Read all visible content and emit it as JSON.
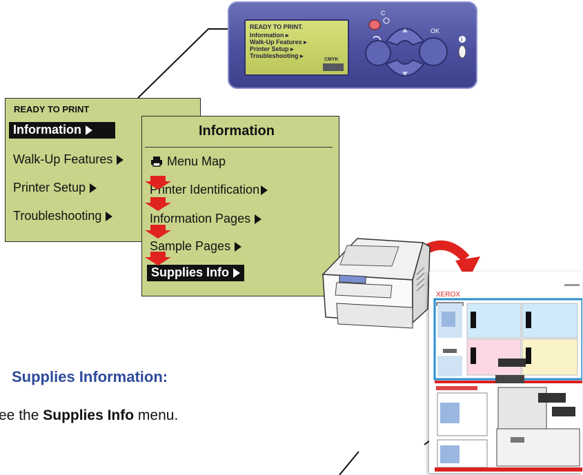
{
  "control_panel": {
    "lcd_lines": [
      "READY TO PRINT.",
      "Information ▸",
      "Walk-Up Features ▸",
      "Printer Setup ▸",
      "Troubleshooting ▸"
    ],
    "cmyk": "CMYK",
    "cancel_label": "C",
    "ok_label": "OK",
    "info_label": "i"
  },
  "main_menu": {
    "header": "READY TO PRINT",
    "items": [
      {
        "label": "Information",
        "selected": true
      },
      {
        "label": "Walk-Up Features",
        "selected": false
      },
      {
        "label": "Printer Setup",
        "selected": false
      },
      {
        "label": "Troubleshooting",
        "selected": false
      }
    ]
  },
  "info_menu": {
    "title": "Information",
    "items": [
      {
        "label": "Menu Map",
        "icon": "printer-icon",
        "selected": false
      },
      {
        "label": "Printer Identification",
        "selected": false
      },
      {
        "label": "Information Pages",
        "selected": false
      },
      {
        "label": "Sample Pages",
        "selected": false
      },
      {
        "label": "Supplies Info",
        "selected": true
      }
    ]
  },
  "report": {
    "brand": "XEROX"
  },
  "caption": {
    "heading": "Supplies Information:",
    "text_prefix": "ee the ",
    "text_bold": "Supplies Info",
    "text_suffix": " menu."
  },
  "colors": {
    "menu_bg": "#c9d48a",
    "panel_blue": "#4b4f9e",
    "arrow_red": "#e0231e",
    "heading_blue": "#2d4b9a"
  }
}
